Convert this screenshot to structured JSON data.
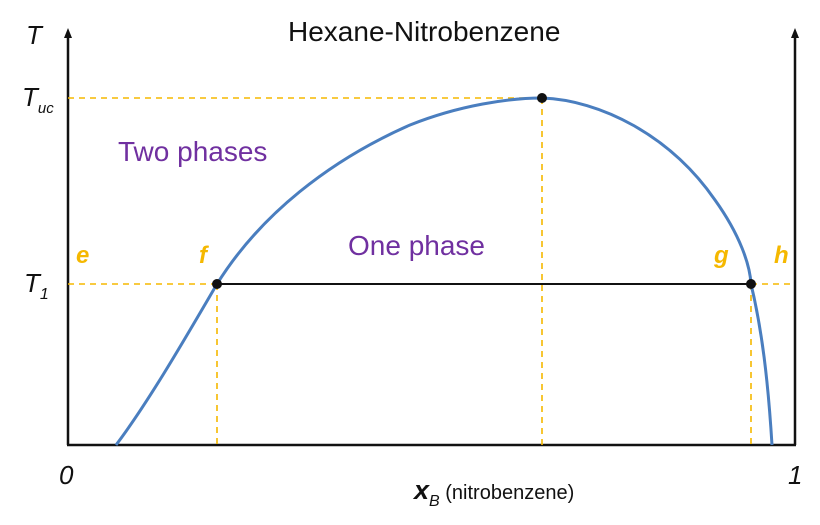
{
  "title": "Hexane-Nitrobenzene",
  "axes": {
    "y_label": "T",
    "y_tick_tuc_main": "T",
    "y_tick_tuc_sub": "uc",
    "y_tick_t1_main": "T",
    "y_tick_t1_sub": "1",
    "x_tick_min": "0",
    "x_tick_max": "1",
    "x_label_main": "x",
    "x_label_sub": "B",
    "x_label_paren": " (nitrobenzene)"
  },
  "regions": {
    "two_phase": "Two phases",
    "one_phase": "One phase"
  },
  "points": {
    "e": "e",
    "f": "f",
    "g": "g",
    "h": "h"
  },
  "colors": {
    "curve": "#4a7ebf",
    "guides": "#f5b800",
    "regions": "#7030a0",
    "axes": "#111111"
  }
}
